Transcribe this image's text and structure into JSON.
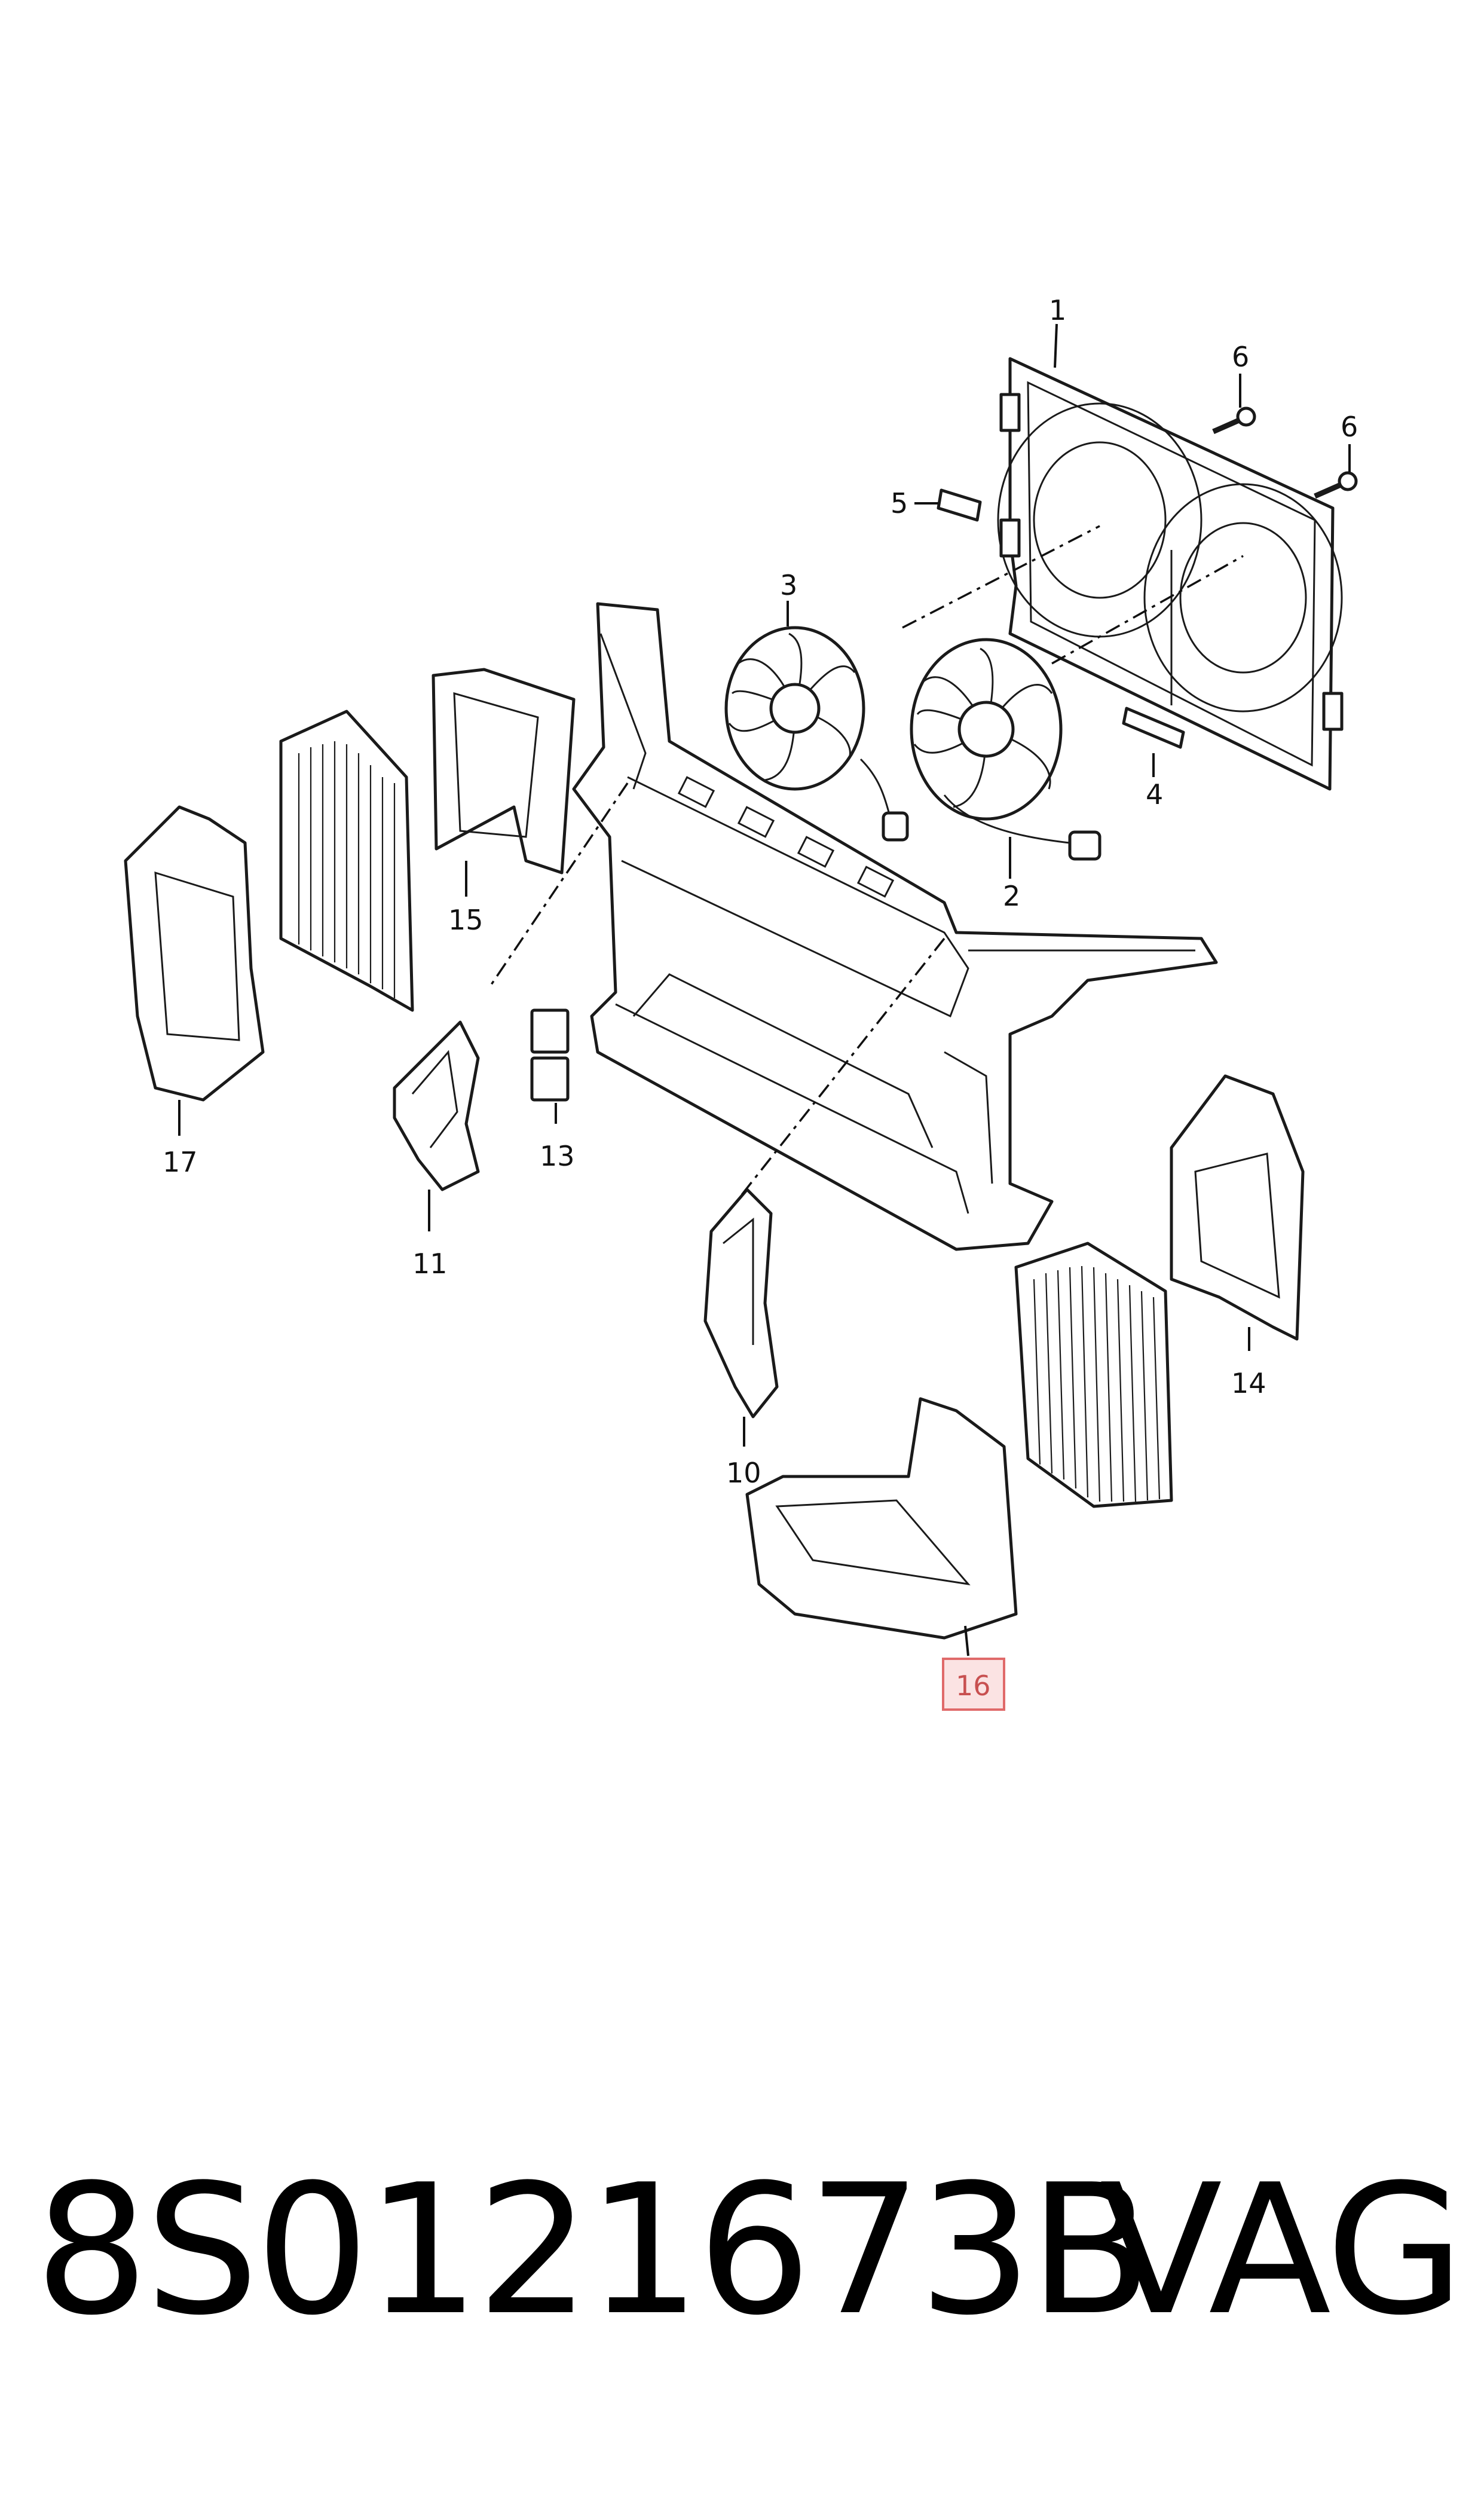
{
  "callouts": [
    {
      "id": "1",
      "label": "1",
      "highlighted": false
    },
    {
      "id": "2",
      "label": "2",
      "highlighted": false
    },
    {
      "id": "3",
      "label": "3",
      "highlighted": false
    },
    {
      "id": "4",
      "label": "4",
      "highlighted": false
    },
    {
      "id": "5",
      "label": "5",
      "highlighted": false
    },
    {
      "id": "6a",
      "label": "6",
      "highlighted": false
    },
    {
      "id": "6b",
      "label": "6",
      "highlighted": false
    },
    {
      "id": "10",
      "label": "10",
      "highlighted": false
    },
    {
      "id": "11",
      "label": "11",
      "highlighted": false
    },
    {
      "id": "13",
      "label": "13",
      "highlighted": false
    },
    {
      "id": "14",
      "label": "14",
      "highlighted": false
    },
    {
      "id": "15",
      "label": "15",
      "highlighted": false
    },
    {
      "id": "16",
      "label": "16",
      "highlighted": true
    },
    {
      "id": "17",
      "label": "17",
      "highlighted": false
    }
  ],
  "highlight": {
    "border_color": "#e06a6a",
    "fill_color": "#fbe3e3"
  },
  "footer": {
    "part_number": "8S0121673B",
    "brand": "VAG"
  }
}
